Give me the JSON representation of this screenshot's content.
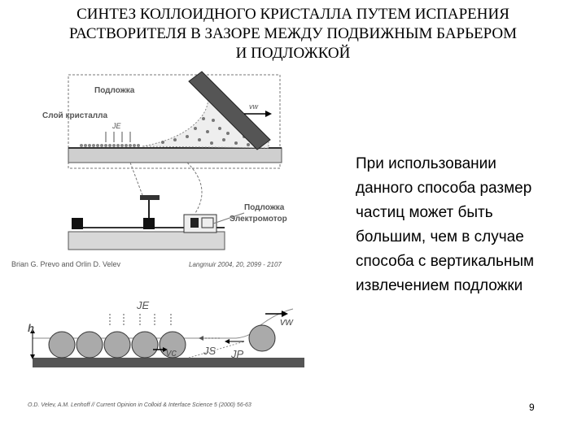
{
  "title": {
    "line1": "СИНТЕЗ КОЛЛОИДНОГО КРИСТАЛЛА ПУТЕМ ИСПАРЕНИЯ",
    "line2": "РАСТВОРИТЕЛЯ В ЗАЗОРЕ МЕЖДУ ПОДВИЖНЫМ БАРЬЕРОМ",
    "line3": "И ПОДЛОЖКОЙ"
  },
  "upper_figure": {
    "label_substrate_top": "Подложка",
    "label_crystal_layer": "Слой кристалла",
    "label_je": "JE",
    "label_vw": "vw",
    "label_substrate_motor": "Подложка",
    "label_motor": "Электромотор",
    "citation_authors": "Brian G. Prevo and Orlin D. Velev",
    "citation_journal": "Langmuir 2004, 20, 2099 - 2107"
  },
  "lower_figure": {
    "label_h": "h",
    "label_je": "JE",
    "label_vw": "vw",
    "label_vc": "vc",
    "label_js": "JS",
    "label_jp": "JP",
    "citation": "O.D. Velev, A.M. Lenhoff // Current Opinion in Colloid & Interface Science 5 (2000) 56-63"
  },
  "body_text": {
    "line1": "При использовании",
    "line2": "данного способа размер",
    "line3": "частиц может быть",
    "line4": "большим, чем в случае",
    "line5": "способа с  вертикальным",
    "line6": "извлечением подложки"
  },
  "page_number": "9"
}
